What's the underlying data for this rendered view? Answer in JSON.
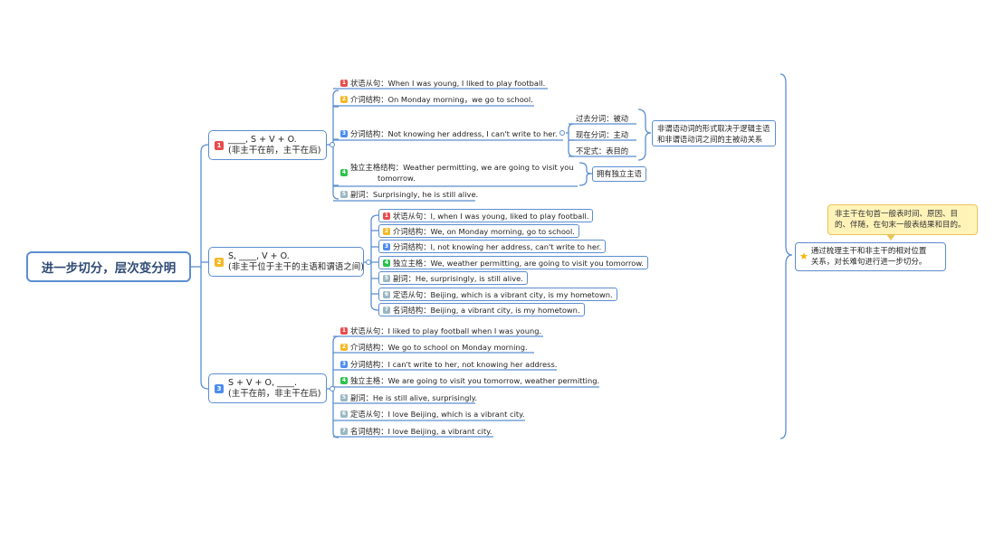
{
  "root": {
    "title": "进一步切分，层次变分明"
  },
  "branches": [
    {
      "marker": "1",
      "line1": "____, S + V + O.",
      "line2": "(非主干在前，主干在后)",
      "items": [
        {
          "marker": "1",
          "label": "状语从句：When I was young, I liked to play football."
        },
        {
          "marker": "2",
          "label": "介词结构：On Monday morning，we go to school."
        },
        {
          "marker": "3",
          "label": "分词结构：Not knowing her address, I can't write to her."
        },
        {
          "marker": "4",
          "label": "独立主格结构：Weather permitting, we are going to visit you",
          "label2": "tomorrow."
        },
        {
          "marker": "5",
          "label": "副词：Surprisingly, he is still alive."
        }
      ],
      "participle_sub": [
        "过去分词：被动",
        "现在分词：主动",
        "不定式：表目的"
      ],
      "participle_note": [
        "非谓语动词的形式取决于逻辑主语",
        "和非谓语动词之间的主被动关系"
      ],
      "absolute_note": "拥有独立主语"
    },
    {
      "marker": "2",
      "line1": "S, ____, V + O.",
      "line2": "(非主干位于主干的主语和谓语之间)",
      "items": [
        {
          "marker": "1",
          "label": "状语从句：I, when I was young, liked to play football."
        },
        {
          "marker": "2",
          "label": "介词结构：We, on Monday morning, go  to school."
        },
        {
          "marker": "3",
          "label": "分词结构：I, not knowing her address, can't write to her."
        },
        {
          "marker": "4",
          "label": "独立主格：We, weather permitting, are going to visit you tomorrow."
        },
        {
          "marker": "5",
          "label": "副词：He, surprisingly, is still alive."
        },
        {
          "marker": "6",
          "label": "定语从句：Beijing, which is a vibrant city, is my hometown."
        },
        {
          "marker": "7",
          "label": "名词结构：Beijing, a vibrant city, is my hometown."
        }
      ]
    },
    {
      "marker": "3",
      "line1": "S + V + O, ____.",
      "line2": "(主干在前，非主干在后)",
      "items": [
        {
          "marker": "1",
          "label": "状语从句：I liked to play football when I was young."
        },
        {
          "marker": "2",
          "label": "介词结构：We go  to school on Monday morning."
        },
        {
          "marker": "3",
          "label": "分词结构：I can't write to her, not knowing her address."
        },
        {
          "marker": "4",
          "label": "独立主格：We are going to visit you tomorrow, weather permitting."
        },
        {
          "marker": "5",
          "label": "副词：He is still alive, surprisingly."
        },
        {
          "marker": "6",
          "label": "定语从句：I love Beijing, which is a vibrant city."
        },
        {
          "marker": "7",
          "label": "名词结构：I love Beijing, a vibrant city."
        }
      ]
    }
  ],
  "summary": {
    "icon": "star",
    "text": [
      "通过梳理主干和非主干的相对位置",
      "关系，对长难句进行进一步切分。"
    ],
    "callout": [
      "非主干在句首一般表时间、原因、目",
      "的、伴随，在句末一般表结果和目的。"
    ]
  },
  "colors": {
    "line": "#5b8ed0",
    "root_text": "#2f4b73",
    "callout_bg": "#fff3b8",
    "star": "#f5b400"
  }
}
